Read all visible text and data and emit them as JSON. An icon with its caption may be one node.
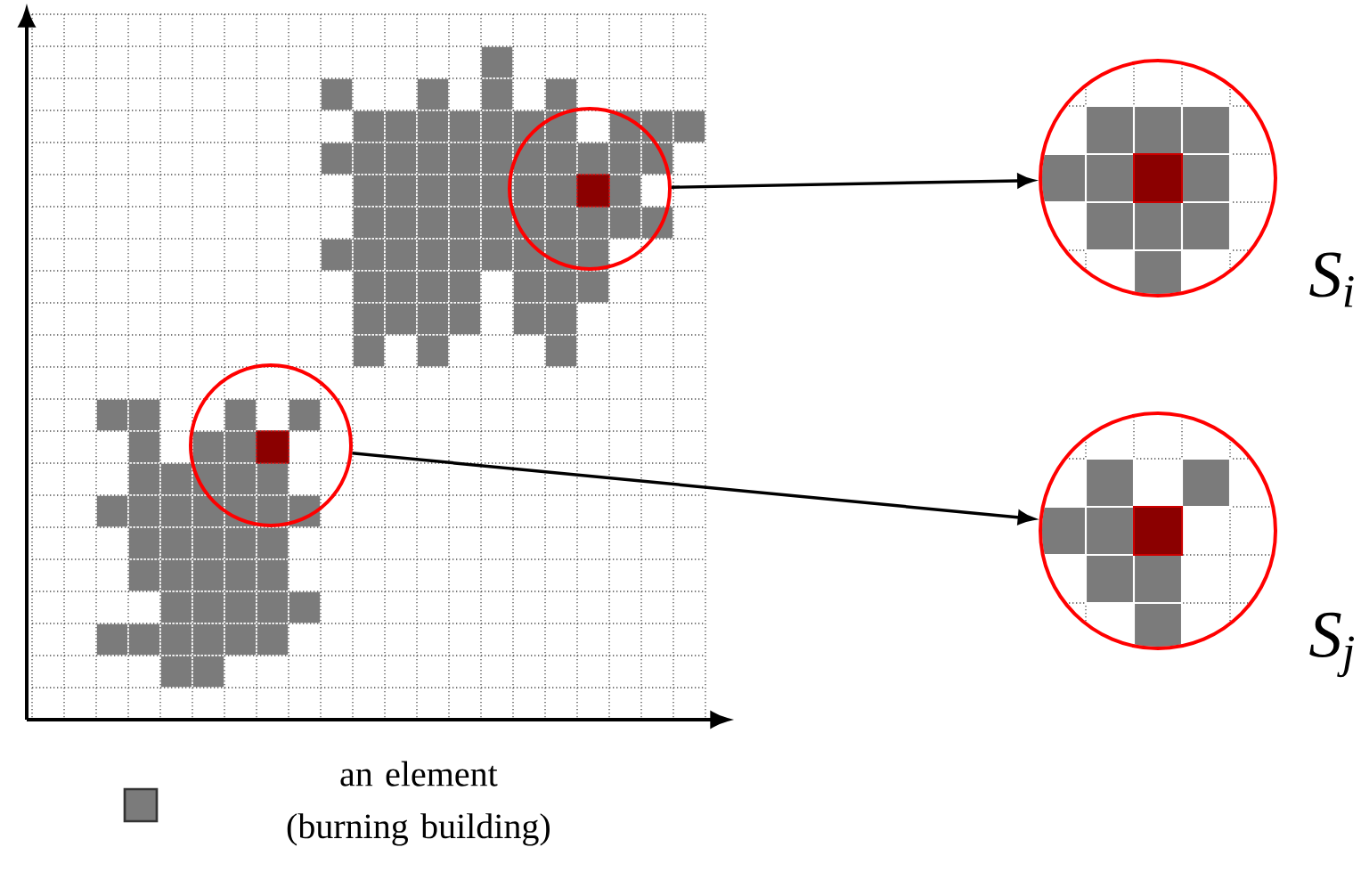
{
  "diagram": {
    "nodes": [
      {
        "text": [],
        "shape": "circle"
      },
      {
        "text": [],
        "shape": "circle"
      },
      {
        "text": [],
        "shape": "circle",
        "beside": [
          "S$_{i}$"
        ]
      },
      {
        "text": [],
        "shape": "circle",
        "beside": [
          "S$_{j}$"
        ]
      }
    ],
    "edges": [
      {
        "from": 0,
        "to": 2,
        "arrow": "to"
      },
      {
        "from": 1,
        "to": 3,
        "arrow": "to"
      }
    ],
    "legend": [
      {
        "text": "an element (burning building)",
        "color": "#7b7b7b"
      }
    ]
  }
}
